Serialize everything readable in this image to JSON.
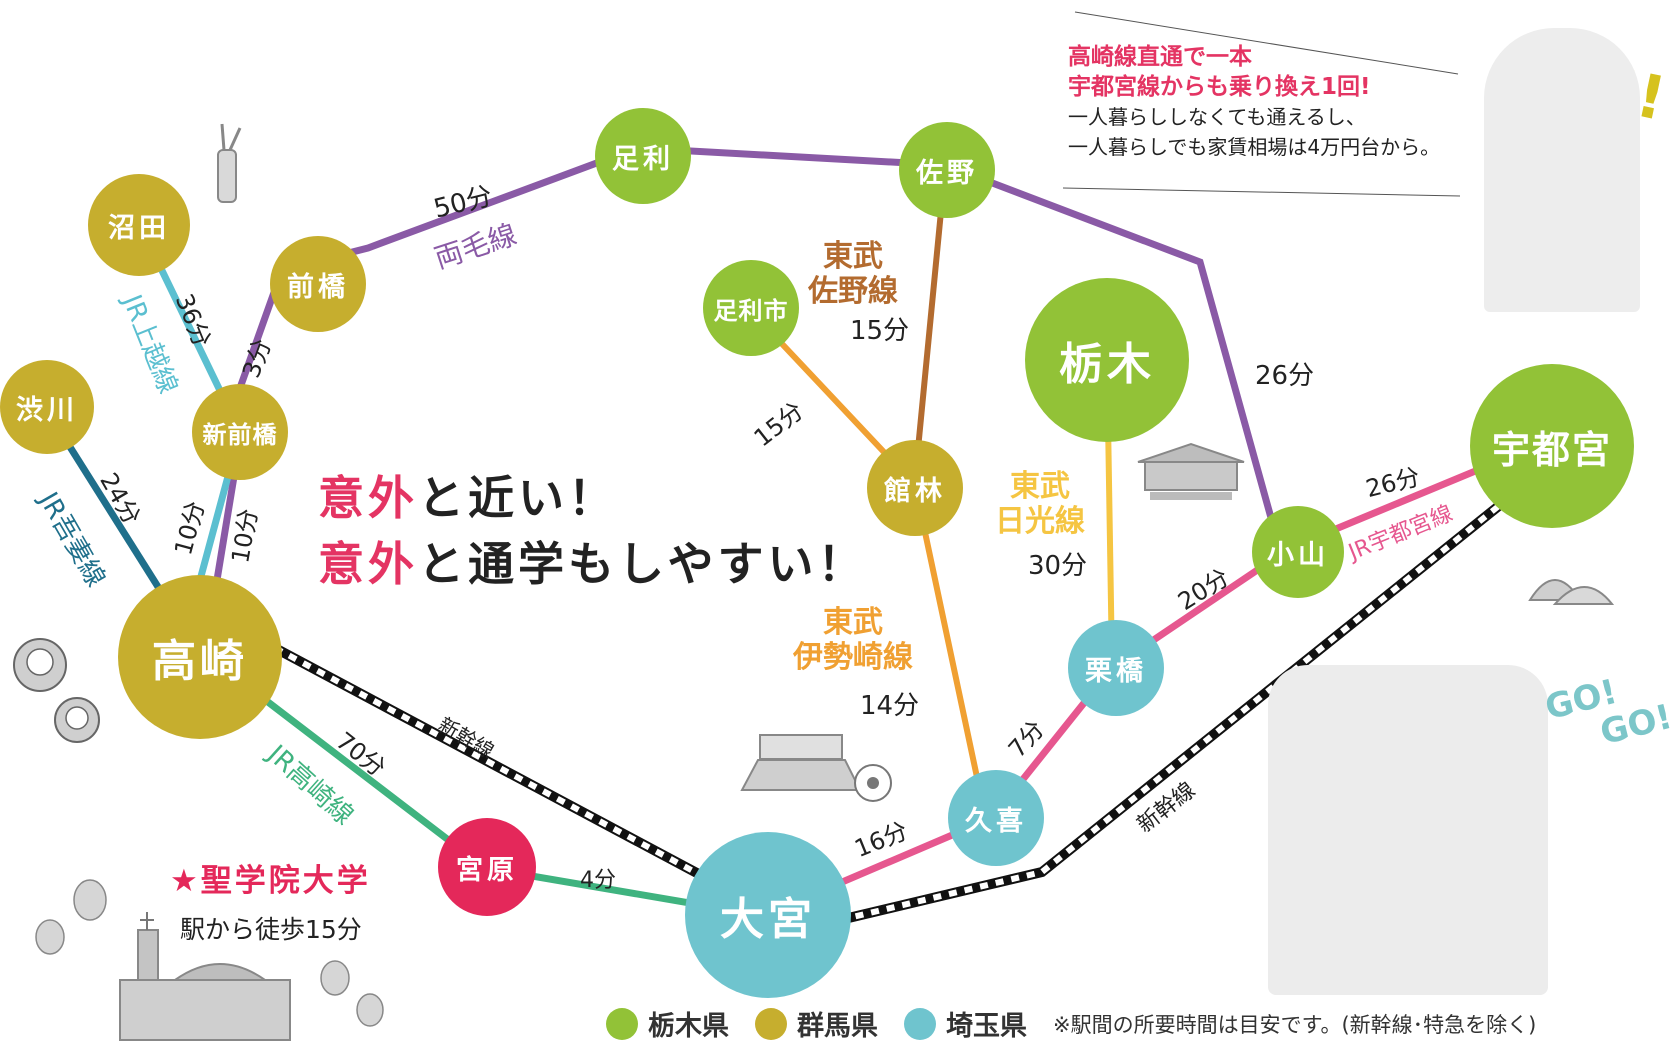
{
  "colors": {
    "tochigi": "#92c237",
    "gunma": "#c6ae2e",
    "saitama": "#6fc4ce",
    "university": "#e4285a",
    "ryomo": "#8a5aa6",
    "joetsu": "#5bbfd0",
    "agatsuma": "#1f6f8b",
    "takasaki_line": "#3fb37f",
    "utsunomiya_line": "#e6578f",
    "tobu_sano": "#b36b2f",
    "tobu_isesaki": "#f0a032",
    "tobu_nikko": "#f5c542",
    "accent_text": "#e43463",
    "headline_text": "#333333"
  },
  "stations": {
    "numata": "沼田",
    "shibukawa": "渋川",
    "maebashi": "前橋",
    "shinmaebashi": "新前橋",
    "takasaki": "高崎",
    "miyahara": "宮原",
    "omiya": "大宮",
    "ashikaga": "足利",
    "sano": "佐野",
    "ashikagashi": "足利市",
    "tatebayashi": "館林",
    "kuki": "久喜",
    "kurihashi": "栗橋",
    "oyama": "小山",
    "tochigi": "栃木",
    "utsunomiya": "宇都宮"
  },
  "lines": {
    "ryomo": "両毛線",
    "joetsu": "JR上越線",
    "agatsuma": "JR吾妻線",
    "takasaki": "JR高崎線",
    "shinkansen": "新幹線",
    "utsunomiya": "JR宇都宮線",
    "tobu_sano": [
      "東武",
      "佐野線"
    ],
    "tobu_isesaki": [
      "東武",
      "伊勢崎線"
    ],
    "tobu_nikko": [
      "東武",
      "日光線"
    ]
  },
  "times": {
    "maebashi_ashikaga": "50分",
    "numata_shinmaebashi": "36分",
    "shinmaebashi_maebashi": "3分",
    "shibukawa_takasaki": "24分",
    "shinmaebashi_takasaki_joetsu": "10分",
    "shinmaebashi_takasaki_ryomo": "10分",
    "sano_tatebayashi": "15分",
    "ashikagashi_tatebayashi": "15分",
    "sano_oyama": "26分",
    "tochigi_kurihashi": "30分",
    "tatebayashi_kuki": "14分",
    "oyama_utsunomiya": "26分",
    "kurihashi_oyama": "20分",
    "kuki_kurihashi": "7分",
    "omiya_kuki": "16分",
    "takasaki_miyahara": "70分",
    "miyahara_omiya": "4分"
  },
  "headline": {
    "line1_accent": "意外",
    "line1_rest": "と近い！",
    "line2_accent": "意外",
    "line2_rest": "と通学もしやすい！"
  },
  "callout": {
    "line1": "高崎線直通で一本",
    "line2": "宇都宮線からも乗り換え1回!",
    "line3": "一人暮らししなくても通えるし、",
    "line4": "一人暮らしでも家賃相場は4万円台から。",
    "exclaim": "!!"
  },
  "gogo": [
    "GO!",
    "GO!"
  ],
  "university": {
    "name": "★聖学院大学",
    "walk": "駅から徒歩15分"
  },
  "legend": {
    "tochigi": "栃木県",
    "gunma": "群馬県",
    "saitama": "埼玉県",
    "note": "※駅間の所要時間は目安です。(新幹線･特急を除く)"
  },
  "icons": [
    "leek-icon",
    "daruma-icon",
    "temple-icon",
    "gyoza-icon",
    "stadium-icon",
    "soccer-ball-icon",
    "church-icon",
    "tree-icon",
    "student-photo",
    "students-walking-photo"
  ]
}
